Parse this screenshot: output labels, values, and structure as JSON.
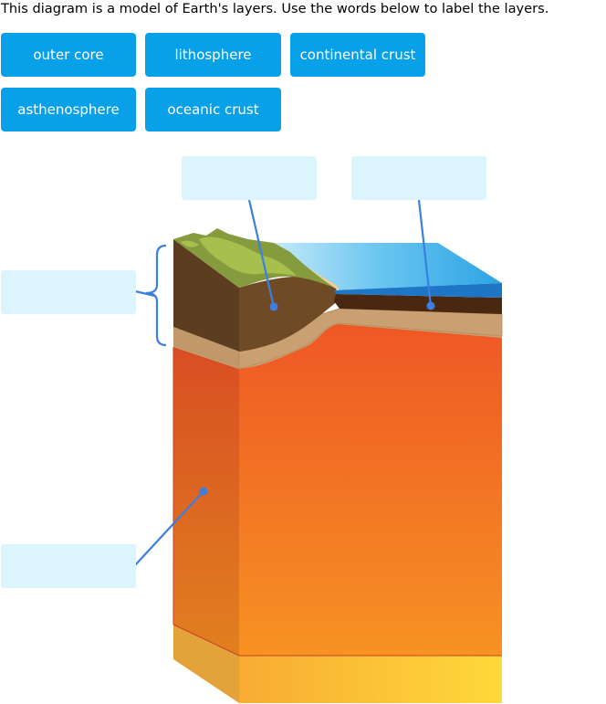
{
  "instruction": "This diagram is a model of Earth's layers. Use the words below to label the layers.",
  "word_bank": [
    {
      "label": "outer core"
    },
    {
      "label": "lithosphere"
    },
    {
      "label": "continental crust"
    },
    {
      "label": "asthenosphere"
    },
    {
      "label": "oceanic crust"
    }
  ],
  "drop_targets": [
    {
      "name": "drop-target-continental-crust",
      "value": ""
    },
    {
      "name": "drop-target-oceanic-crust",
      "value": ""
    },
    {
      "name": "drop-target-lithosphere",
      "value": ""
    },
    {
      "name": "drop-target-asthenosphere",
      "value": ""
    }
  ],
  "colors": {
    "tile_bg": "#08a0e8",
    "tile_text": "#ffffff",
    "dropzone_bg": "#dcf5fc",
    "leader_line": "#3b7fe0"
  }
}
